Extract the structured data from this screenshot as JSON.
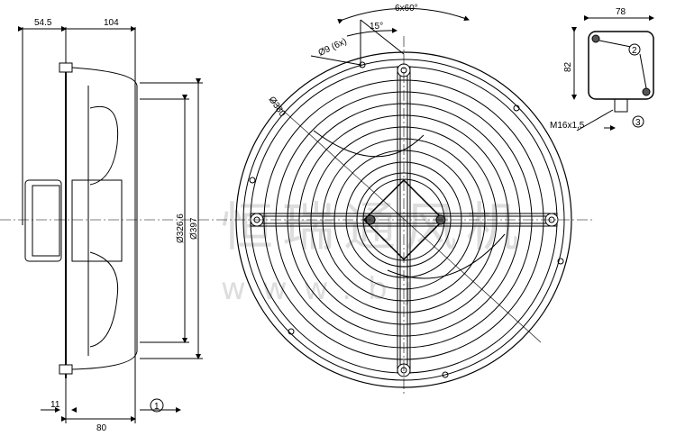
{
  "dimensions": {
    "d_54_5": "54.5",
    "d_104": "104",
    "d_326_6": "Ø326.6",
    "d_397": "Ø397",
    "d_11": "11",
    "d_80": "80",
    "d_6x60": "6x60°",
    "d_15": "15°",
    "d_holes": "Ø9 (6x)",
    "d_380": "Ø380",
    "d_78": "78",
    "d_82": "82",
    "thread": "M16x1,5"
  },
  "callouts": {
    "c1": "1",
    "c2": "2",
    "c3": "3"
  },
  "watermark": {
    "text": "恒瑞通风机",
    "url": "w w w . b j"
  }
}
